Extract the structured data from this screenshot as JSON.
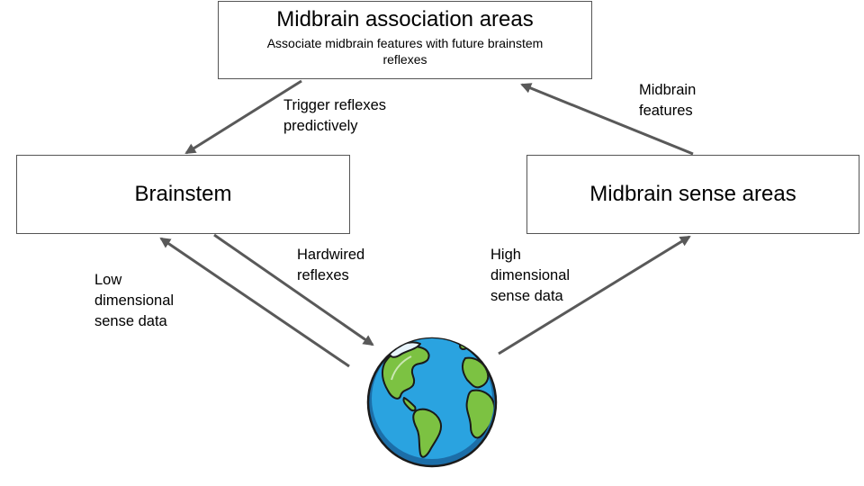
{
  "boxes": {
    "assoc": {
      "title": "Midbrain association areas",
      "subtitle": "Associate midbrain features with future brainstem reflexes"
    },
    "brainstem": {
      "title": "Brainstem"
    },
    "sense": {
      "title": "Midbrain sense areas"
    }
  },
  "labels": {
    "trigger": "Trigger reflexes\npredictively",
    "midbrain_features": "Midbrain\nfeatures",
    "hardwired": "Hardwired\nreflexes",
    "low": "Low\ndimensional\nsense data",
    "high": "High\ndimensional\nsense data"
  },
  "icons": {
    "world": "earth-globe-icon"
  },
  "colors": {
    "arrow": "#595959",
    "box_border": "#555555",
    "ocean": "#2aa3e0",
    "land": "#7cc242"
  }
}
